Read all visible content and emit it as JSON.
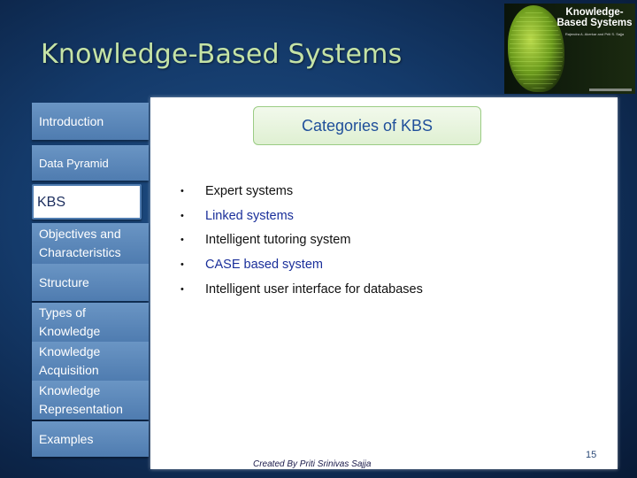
{
  "title": "Knowledge-Based  Systems",
  "book_cover": {
    "title": "Knowledge-Based Systems",
    "authors": "Rajendra A. Akerkar and Priti S. Sajja"
  },
  "nav": {
    "items": [
      {
        "label": "Introduction"
      },
      {
        "label": "Data Pyramid"
      },
      {
        "label": "KBS"
      },
      {
        "label": "Objectives and Characteristics"
      },
      {
        "label": "Structure"
      },
      {
        "label": "Types of Knowledge"
      },
      {
        "label": "Knowledge Acquisition"
      },
      {
        "label": "Knowledge Representation"
      },
      {
        "label": "Examples"
      }
    ],
    "active": "KBS"
  },
  "content": {
    "heading": "Categories of KBS",
    "bullet_char": "•",
    "bullets": [
      "Expert systems",
      "Linked systems",
      "Intelligent tutoring system",
      "CASE based system",
      "Intelligent user interface for databases"
    ]
  },
  "footer": {
    "credit": "Created By Priti Srinivas Sajja",
    "page": "15"
  }
}
